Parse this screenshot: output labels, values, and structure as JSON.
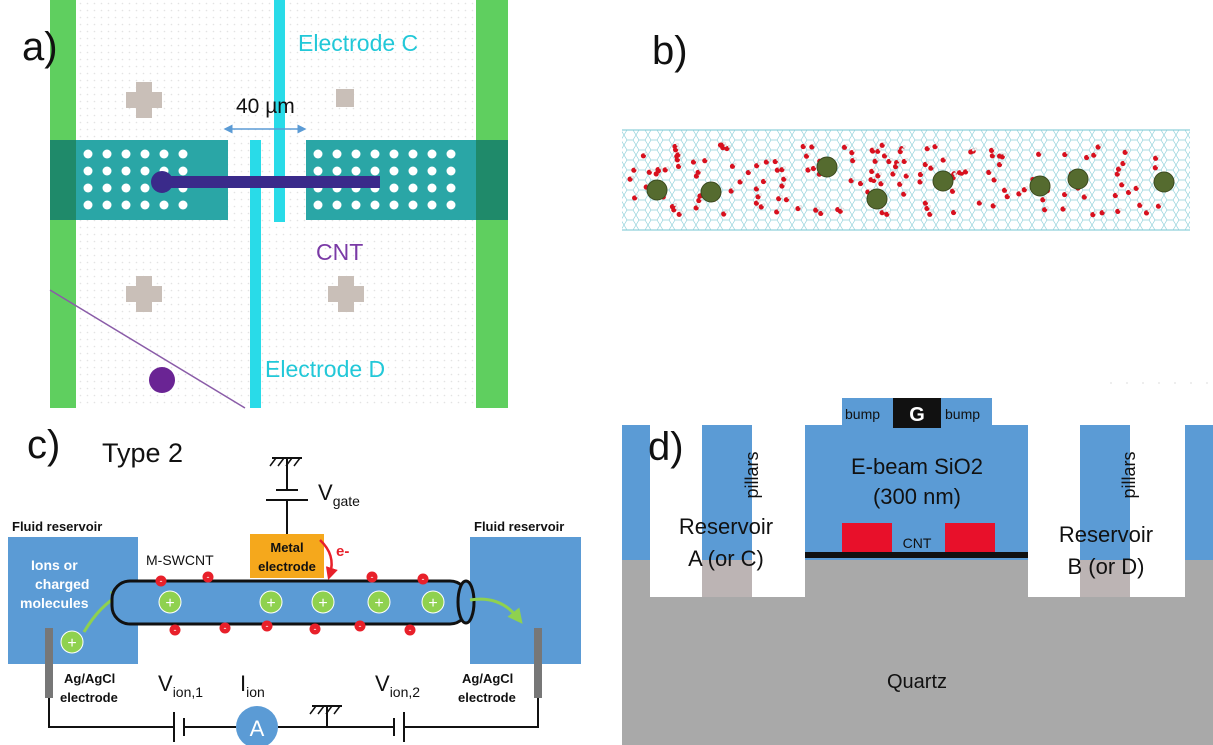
{
  "panels": {
    "a": {
      "label": "a)",
      "electrode_c": "Electrode C",
      "electrode_d": "Electrode D",
      "cnt": "CNT",
      "distance": "40 µm"
    },
    "b": {
      "label": "b)"
    },
    "c": {
      "label": "c)",
      "type": "Type 2",
      "v_gate": "V",
      "v_gate_sub": "gate",
      "fluid_left": "Fluid reservoir",
      "fluid_right": "Fluid reservoir",
      "ions_line1": "Ions or",
      "ions_line2": "charged",
      "ions_line3": "molecules",
      "mswcnt": "M-SWCNT",
      "metal_line1": "Metal",
      "metal_line2": "electrode",
      "electron": "e-",
      "agcl_left_1": "Ag/AgCl",
      "agcl_left_2": "electrode",
      "agcl_right_1": "Ag/AgCl",
      "agcl_right_2": "electrode",
      "v_ion1": "V",
      "v_ion1_sub": "ion,1",
      "i_ion": "I",
      "i_ion_sub": "ion",
      "v_ion2": "V",
      "v_ion2_sub": "ion,2",
      "ammeter": "A",
      "plus": "+",
      "minus": "-"
    },
    "d": {
      "label": "d)",
      "bump_left": "bump",
      "gate": "G",
      "bump_right": "bump",
      "pillars_left": "pillars",
      "pillars_right": "pillars",
      "ebeam_line1": "E-beam SiO2",
      "ebeam_line2": "(300 nm)",
      "res_a_line1": "Reservoir",
      "res_a_line2": "A (or C)",
      "res_b_line1": "Reservoir",
      "res_b_line2": "B (or D)",
      "cnt": "CNT",
      "quartz": "Quartz"
    }
  },
  "colors": {
    "green": "#5fcf5f",
    "teal": "#2aa6a6",
    "cyan": "#29dbe8",
    "purple": "#6a2494",
    "pad_gray": "#c9bfb8",
    "blue": "#5b9bd5",
    "quartz": "#a9a9a9",
    "orange": "#f5a81c",
    "red": "#e8202a",
    "ion_green": "#8fd14f"
  }
}
